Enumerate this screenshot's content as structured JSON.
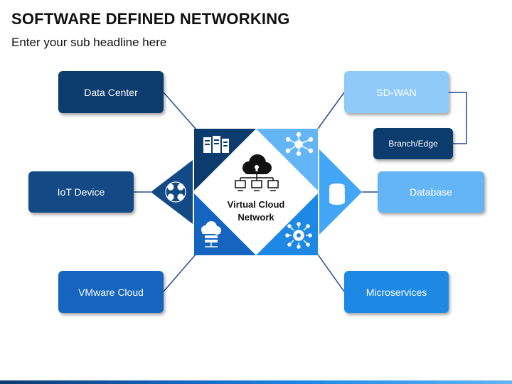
{
  "slide": {
    "title": "SOFTWARE DEFINED NETWORKING",
    "subtitle": "Enter your sub headline here"
  },
  "center": {
    "line1": "Virtual Cloud",
    "line2": "Network",
    "icon": "cloud-network-icon"
  },
  "nodes": {
    "data_center": "Data Center",
    "iot_device": "IoT Device",
    "vmware_cloud": "VMware Cloud",
    "sd_wan": "SD-WAN",
    "branch_edge": "Branch/Edge",
    "database": "Database",
    "microservices": "Microservices"
  },
  "icons": {
    "top_left": "server-rack-icon",
    "left": "iot-devices-icon",
    "bottom_left": "cloud-server-icon",
    "top_right": "network-hub-icon",
    "right": "database-icon",
    "bottom_right": "gear-network-icon"
  },
  "colors": {
    "dark_navy": "#0c3b6e",
    "navy": "#134a86",
    "medium_blue": "#1565c0",
    "bright_blue": "#1e88e5",
    "light_blue": "#64b5f6",
    "pale_blue": "#90caf9"
  }
}
